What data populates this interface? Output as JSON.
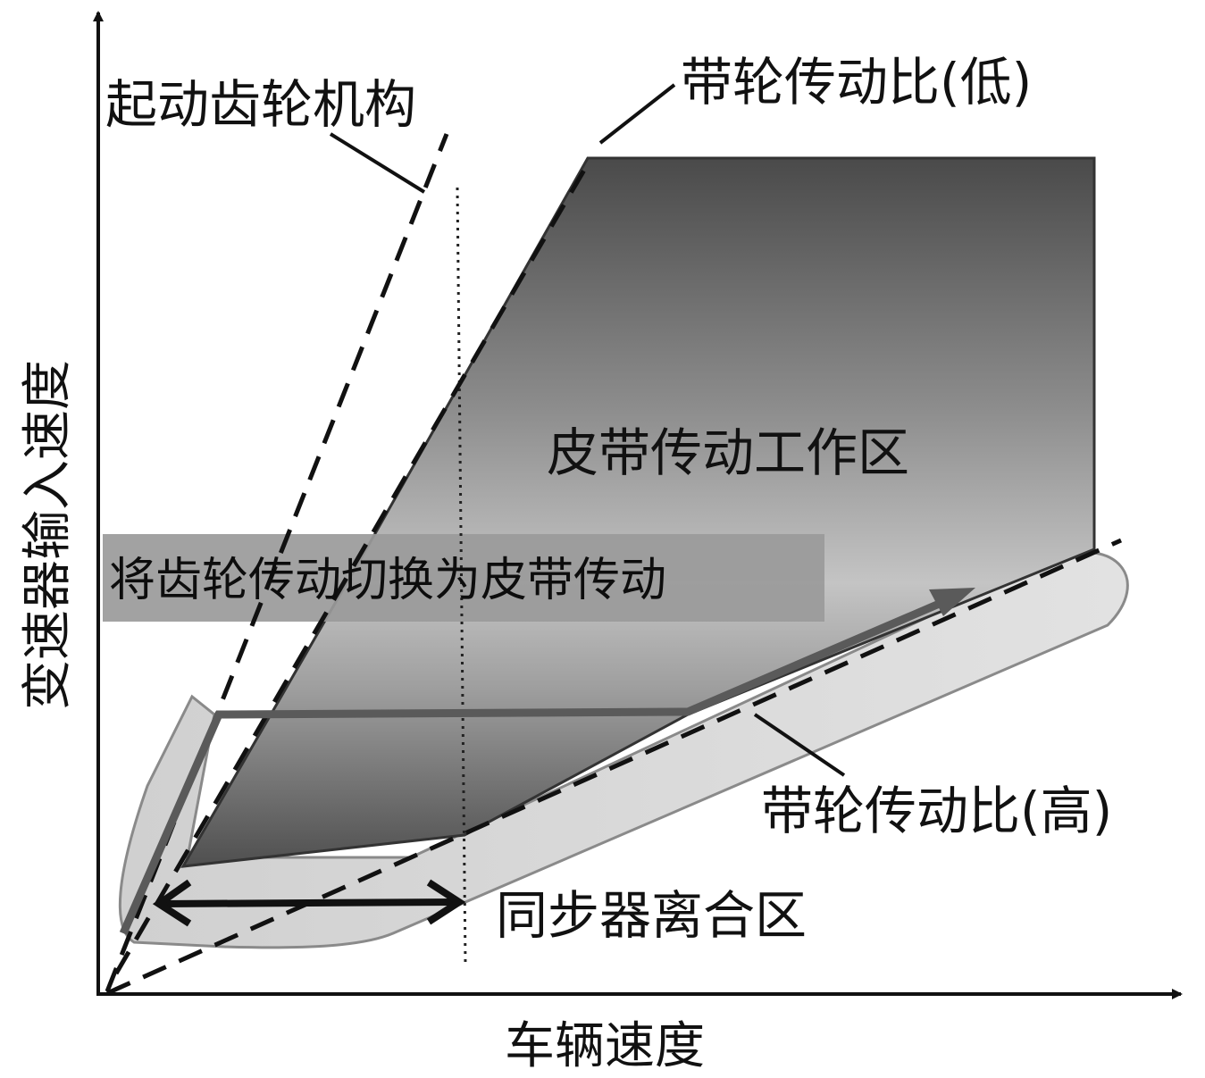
{
  "axes": {
    "x_label": "车辆速度",
    "y_label": "变速器输入速度"
  },
  "labels": {
    "starting_gear": "起动齿轮机构",
    "belt_ratio_low": "带轮传动比(低)",
    "belt_ratio_high": "带轮传动比(高)",
    "belt_work_zone": "皮带传动工作区",
    "gear_to_belt_switch": "将齿轮传动切换为皮带传动",
    "synchronizer_zone": "同步器离合区"
  },
  "colors": {
    "belt_zone_dark": "#4a4a4a",
    "belt_zone_mid": "#8c8c8c",
    "belt_zone_light": "#c4c4c4",
    "sync_band": "#d6d6d6",
    "switch_banner": "#9a9a9a",
    "path_arrow": "#5a5a5a",
    "ink": "#111111"
  }
}
